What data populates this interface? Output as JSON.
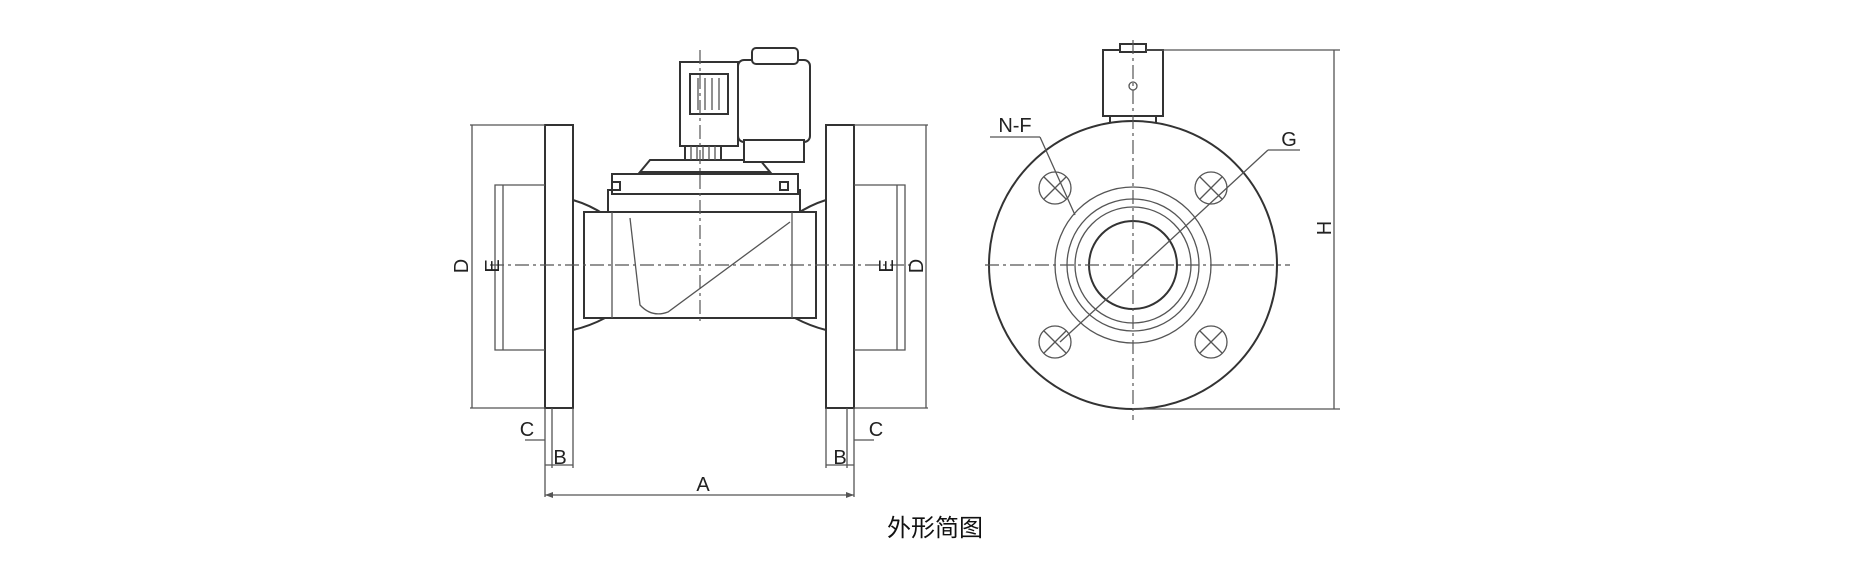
{
  "caption": "外形简图",
  "labels": {
    "A": "A",
    "B_left": "B",
    "B_right": "B",
    "C_left": "C",
    "C_right": "C",
    "D_left": "D",
    "D_right": "D",
    "E_left": "E",
    "E_right": "E",
    "H": "H",
    "NF": "N-F",
    "G": "G"
  }
}
